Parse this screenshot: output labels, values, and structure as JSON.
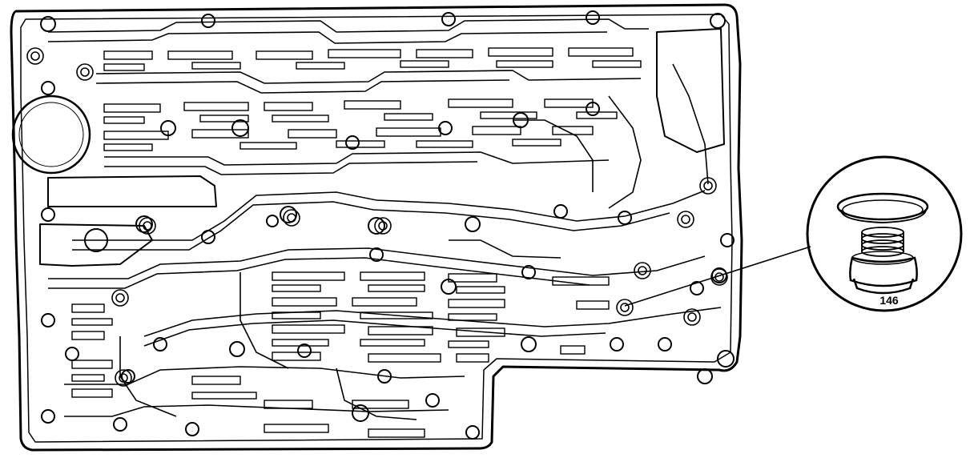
{
  "diagram": {
    "callout": {
      "label": "146"
    },
    "colors": {
      "ink": "#000000",
      "paper": "#ffffff"
    },
    "parts": [
      "valve-body-plate",
      "check-ball",
      "spring",
      "retainer-cap"
    ]
  }
}
